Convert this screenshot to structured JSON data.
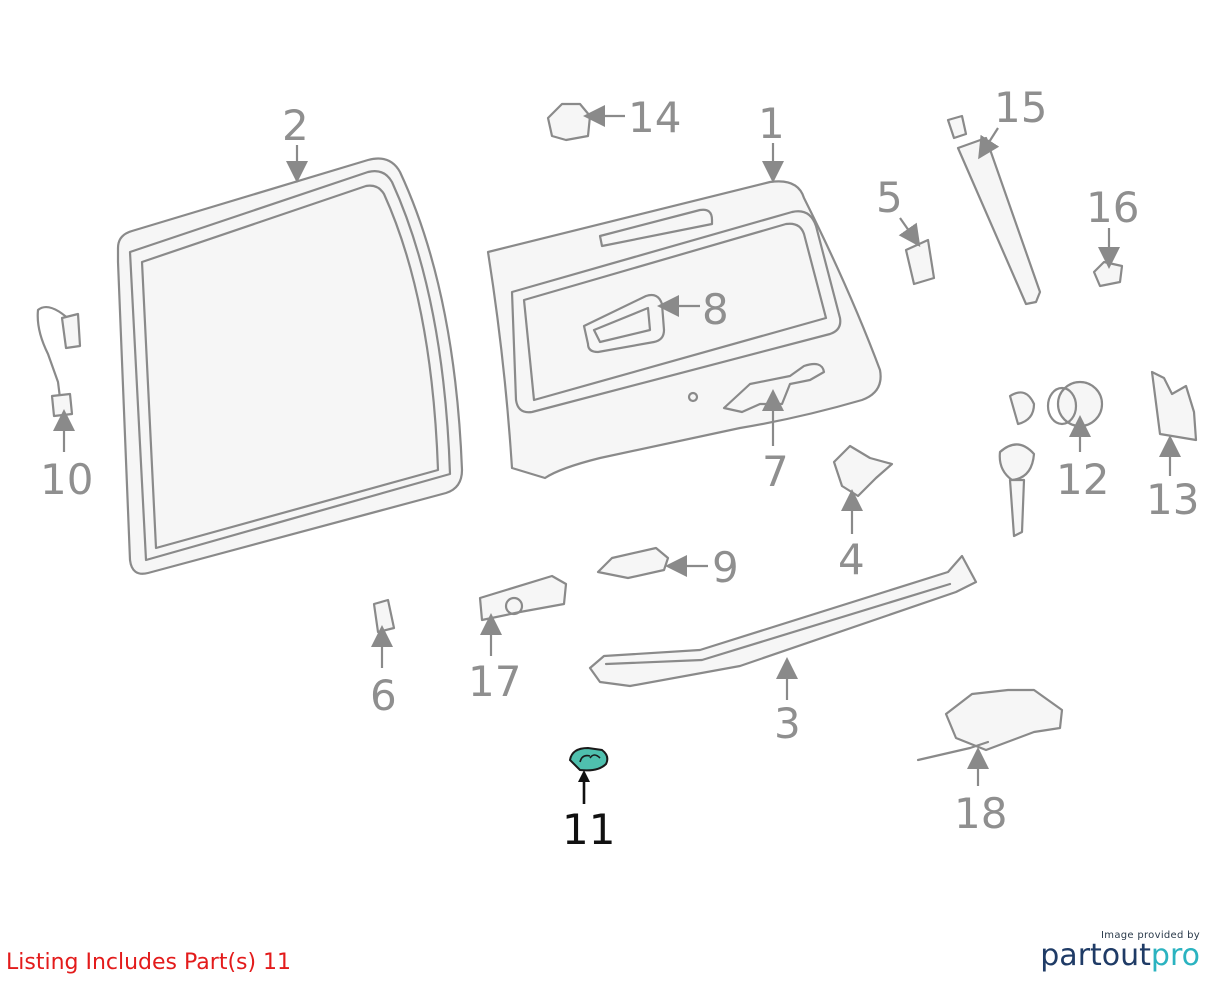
{
  "callouts": {
    "c1": "1",
    "c2": "2",
    "c3": "3",
    "c4": "4",
    "c5": "5",
    "c6": "6",
    "c7": "7",
    "c8": "8",
    "c9": "9",
    "c10": "10",
    "c11": "11",
    "c12": "12",
    "c13": "13",
    "c14": "14",
    "c15": "15",
    "c16": "16",
    "c17": "17",
    "c18": "18"
  },
  "highlighted_part": "11",
  "colors": {
    "highlight": "#4fc0ae",
    "callout": "#8f8f8f",
    "note": "#e31b1b"
  },
  "footer": {
    "note": "Listing Includes Part(s) 11",
    "credit": "Image provided by",
    "brand_a": "partout",
    "brand_b": "pro"
  }
}
